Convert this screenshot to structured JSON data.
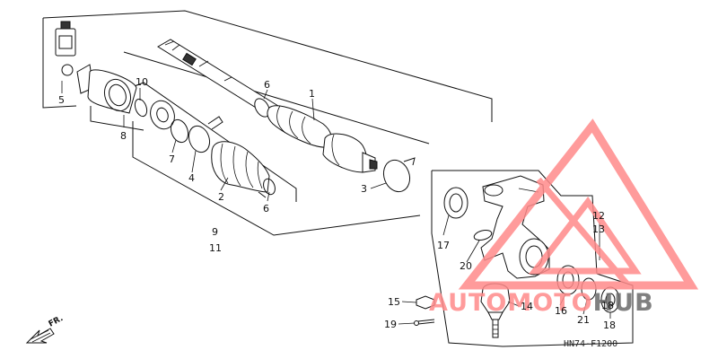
{
  "diagram": {
    "code": "HN74-F1200",
    "direction_label": "FR.",
    "watermark": {
      "text_left": "AUTO",
      "text_mid": "MOTO",
      "text_right": "HUB",
      "accent_color": "#ff8a8a",
      "dark_color": "#6b6b6b"
    },
    "part_numbers": {
      "p1": "1",
      "p2": "2",
      "p3": "3",
      "p4": "4",
      "p5": "5",
      "p6a": "6",
      "p6b": "6",
      "p7": "7",
      "p8": "8",
      "p9": "9",
      "p10": "10",
      "p11": "11",
      "p12": "12",
      "p13": "13",
      "p14": "14",
      "p15": "15",
      "p16": "16",
      "p17": "17",
      "p18a": "18",
      "p18b": "18",
      "p19": "19",
      "p20": "20",
      "p21": "21"
    }
  }
}
